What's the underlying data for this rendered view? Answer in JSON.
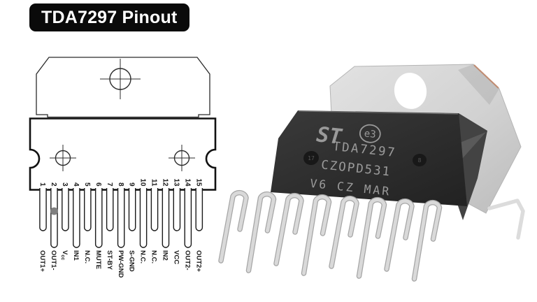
{
  "title_badge": {
    "text": "TDA7297 Pinout",
    "bg": "#0a0a0a",
    "fg": "#ffffff"
  },
  "pinout_diagram": {
    "line_color": "#1a1a1a",
    "dot_color": "#7f7f7f",
    "dot_pin": "2",
    "pins": [
      {
        "n": "1",
        "label": "OUT1+"
      },
      {
        "n": "2",
        "label": "OUT1-",
        "dot": true
      },
      {
        "n": "3",
        "label": "V",
        "sub": "cc"
      },
      {
        "n": "4",
        "label": "IN1"
      },
      {
        "n": "5",
        "label": "N.C."
      },
      {
        "n": "6",
        "label": "MUTE"
      },
      {
        "n": "7",
        "label": "ST-BY"
      },
      {
        "n": "8",
        "label": "PW-GND"
      },
      {
        "n": "9",
        "label": "S-GND"
      },
      {
        "n": "10",
        "label": "N.C."
      },
      {
        "n": "11",
        "label": "N.C."
      },
      {
        "n": "12",
        "label": "IN2"
      },
      {
        "n": "13",
        "label": "VCC"
      },
      {
        "n": "14",
        "label": "OUT2-"
      },
      {
        "n": "15",
        "label": "OUT2+"
      }
    ]
  },
  "chip_photo": {
    "brand_logo": "ST",
    "rohs_mark": "e3",
    "marking_line1": "TDA7297",
    "marking_line2": "CZOPD531",
    "marking_line3": "V6 CZ MAR",
    "left_mold_mark": "17",
    "right_mold_mark": "8",
    "colors": {
      "tab": "#d6d6d6",
      "body": "#2e2e2e",
      "side": "#434343",
      "pins": "#d9d9d9",
      "marking": "#9a9a9a"
    }
  }
}
